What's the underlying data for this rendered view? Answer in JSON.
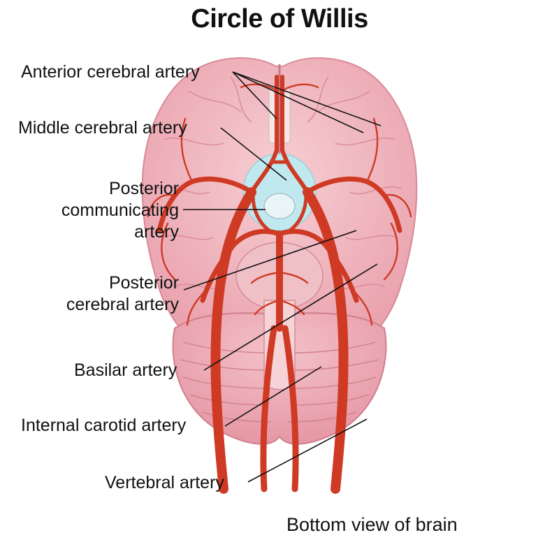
{
  "title": "Circle of Willis",
  "labels": {
    "anterior_cerebral": "Anterior cerebral artery",
    "middle_cerebral": "Middle cerebral artery",
    "posterior_communicating": [
      "Posterior",
      "communicating",
      "artery"
    ],
    "posterior_cerebral": [
      "Posterior",
      "cerebral artery"
    ],
    "basilar": "Basilar artery",
    "internal_carotid": "Internal carotid artery",
    "vertebral": "Vertebral artery"
  },
  "footer": "Bottom view of brain",
  "colors": {
    "brain": "#f2b8c0",
    "brain_shadow": "#e48f9d",
    "artery": "#cf3a24",
    "artery_dark": "#9e2414",
    "chiasm": "#bfe9ef",
    "leader": "#111111"
  }
}
